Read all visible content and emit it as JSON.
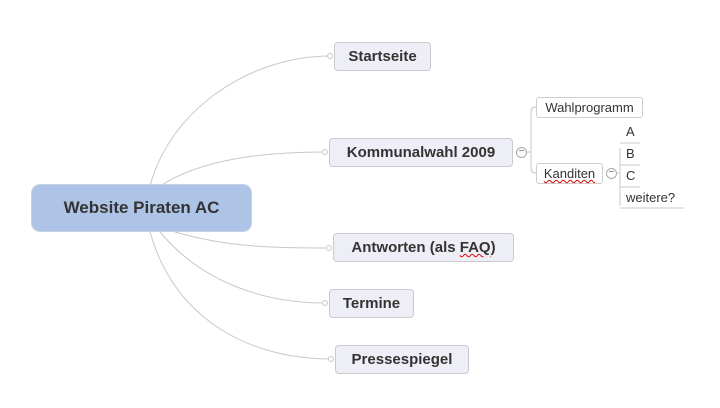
{
  "central": "Website Piraten AC",
  "topics": {
    "startseite": "Startseite",
    "kommunalwahl": "Kommunalwahl 2009",
    "antworten_pre": "Antworten (als ",
    "antworten_faq": "FAQ",
    "antworten_post": ")",
    "termine": "Termine",
    "pressespiegel": "Pressespiegel"
  },
  "kommunalwahl_children": {
    "wahlprogramm": "Wahlprogramm",
    "kanditen": "Kanditen"
  },
  "kanditen_children": [
    "A",
    "B",
    "C",
    "weitere?"
  ],
  "collapse_symbol": "−"
}
